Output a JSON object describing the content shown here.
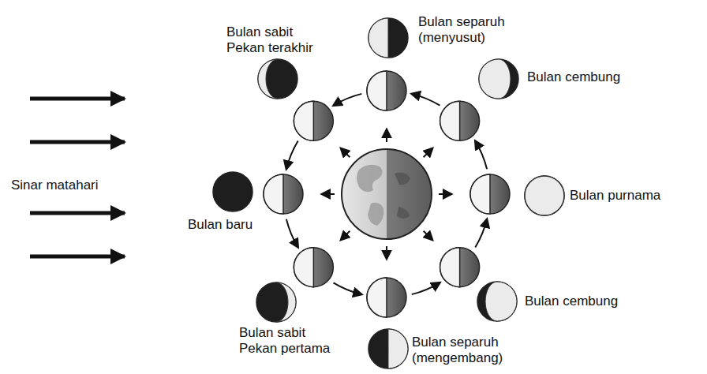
{
  "diagram": {
    "labels": [
      "Bulan separuh (menyusut)",
      "Bulan sabit Pekan terakhir",
      "Bulan cembung",
      "Sinar matahari",
      "Bulan purnama",
      "Bulan baru",
      "Bulan cembung",
      "Bulan sabit Pekan pertama",
      "Bulan separuh (mengembang)"
    ]
  }
}
